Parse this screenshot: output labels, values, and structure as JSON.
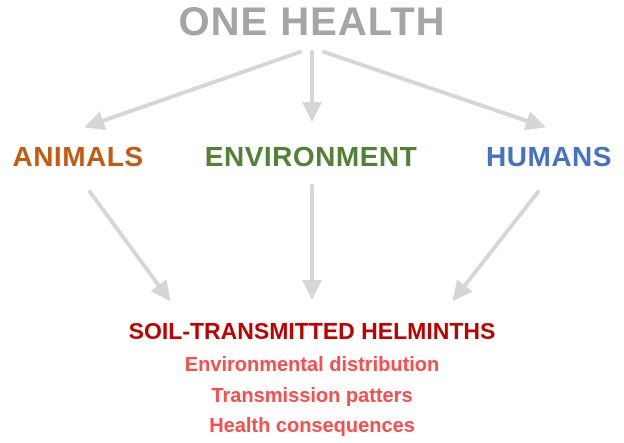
{
  "title": "ONE HEALTH",
  "nodes": [
    {
      "label": "ANIMALS",
      "color": "#c55a11"
    },
    {
      "label": "ENVIRONMENT",
      "color": "#538135"
    },
    {
      "label": "HUMANS",
      "color": "#4472c4"
    }
  ],
  "outcome": {
    "title": "SOIL-TRANSMITTED HELMINTHS",
    "items": [
      "Environmental distribution",
      "Transmission patters",
      "Health consequences"
    ]
  },
  "colors": {
    "title": "#a5a5a5",
    "arrows": "#d6d6d6",
    "outcome_title": "#c00000",
    "outcome_items": "#ff4b4b"
  }
}
